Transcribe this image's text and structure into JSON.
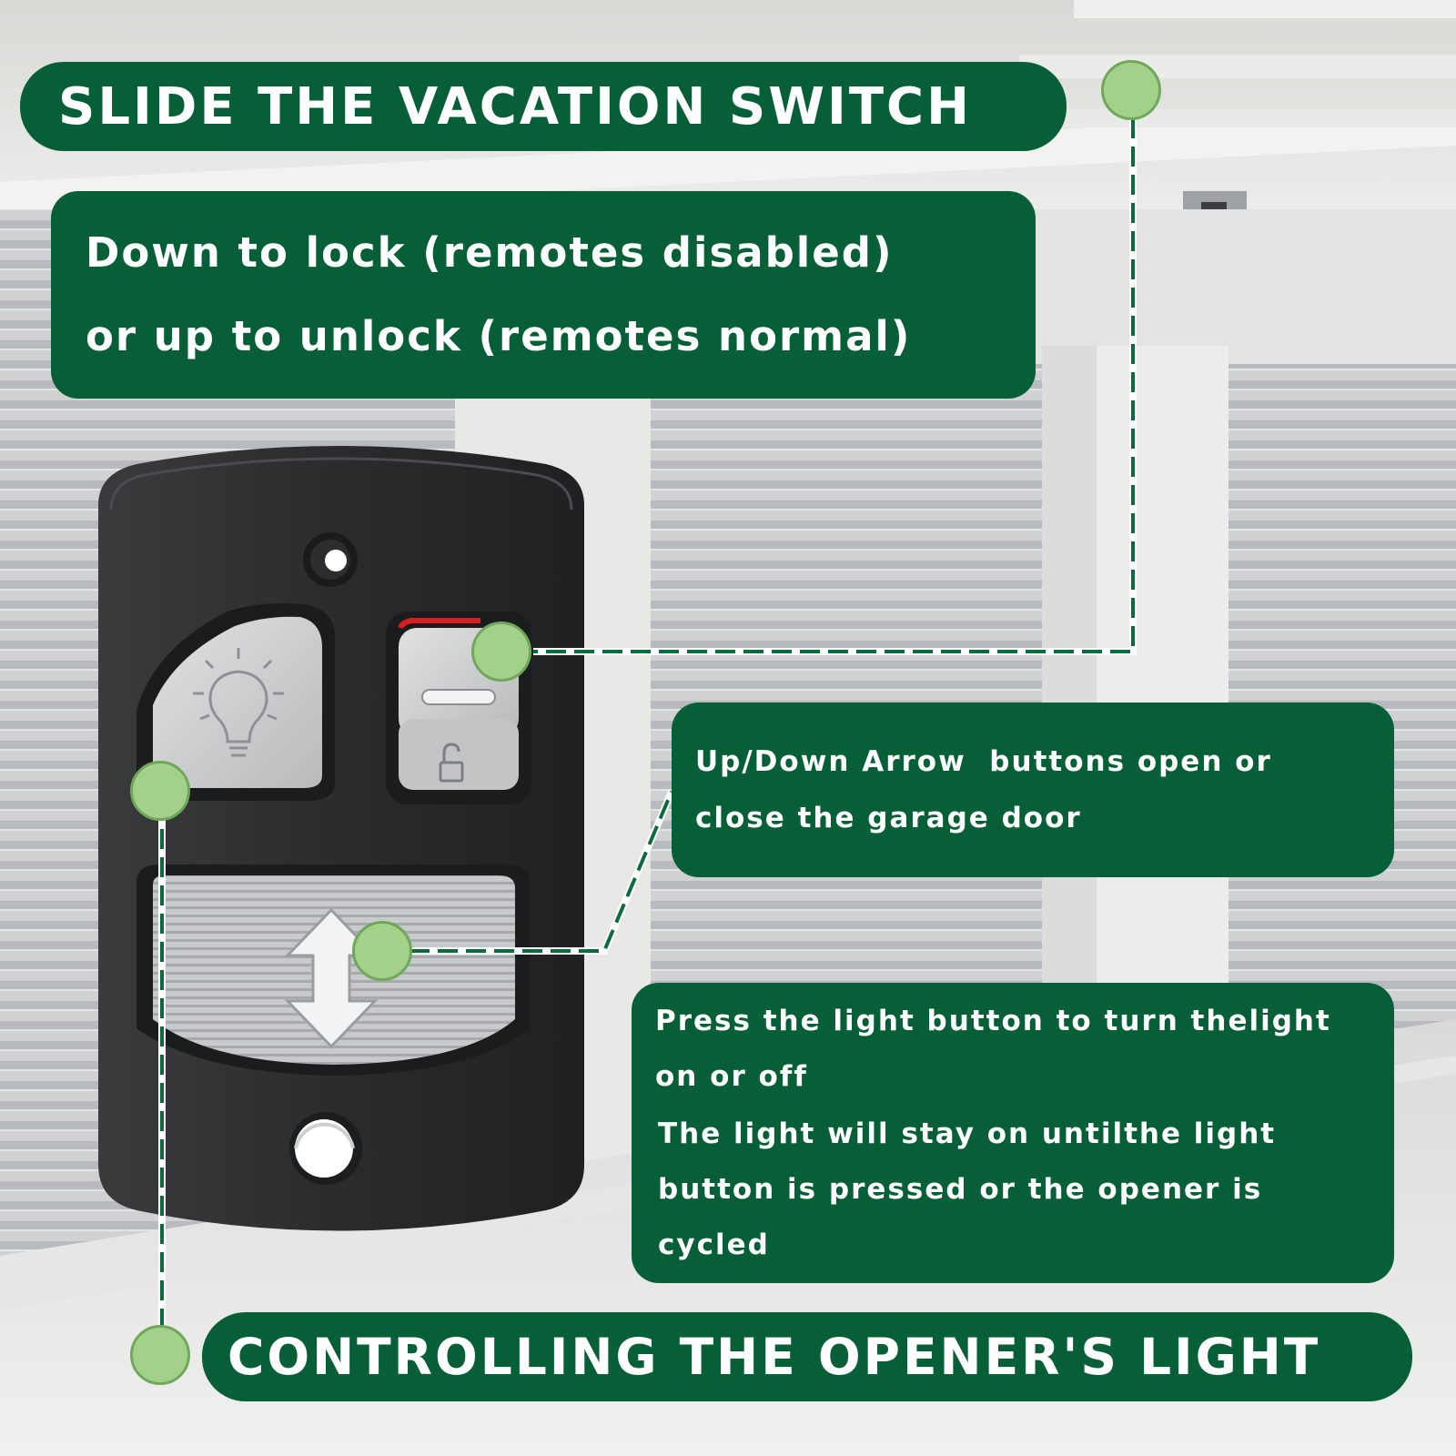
{
  "headings": {
    "top": "SLIDE THE VACATION SWITCH",
    "bottom": "CONTROLLING THE OPENER'S LIGHT"
  },
  "callouts": {
    "vacation": {
      "line1": "Down to lock (remotes disabled)",
      "line2": "or up to unlock (remotes normal)"
    },
    "arrow": {
      "line1": "Up/Down Arrow  buttons open or",
      "line2": "close the garage door"
    },
    "light": {
      "p1_line1": "Press the light button to turn thelight",
      "p1_line2": "on or off",
      "p2_line1": "The light will stay on untilthe light",
      "p2_line2": "button is pressed or the opener is",
      "p2_line3": "cycled"
    }
  },
  "device": {
    "buttons": [
      "light-button",
      "vacation-lock-switch",
      "up-down-arrow-button"
    ],
    "icons": [
      "light-bulb-icon",
      "unlock-icon",
      "up-down-arrow-icon"
    ]
  },
  "colors": {
    "panel_green": "#075f37",
    "marker_green": "#a3d189",
    "text": "#ffffff",
    "device_body": "#2e2f31",
    "button_gray": "#c9cbcd"
  }
}
